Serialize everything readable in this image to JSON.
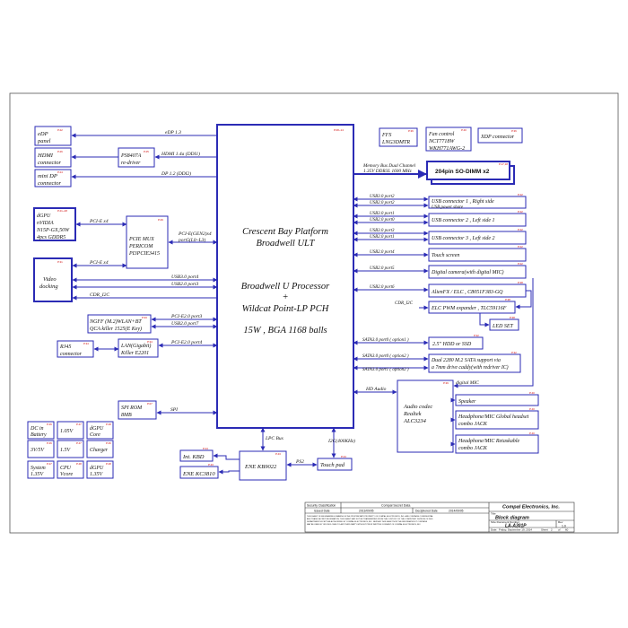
{
  "pch": {
    "page": "P.08~14",
    "platform_line1": "Crescent Bay Platform",
    "platform_line2": "Broadwell ULT",
    "processor": "Broadwell U Processor",
    "plus": "+",
    "pch_name": "Wildcat Point-LP PCH",
    "power": "15W , BGA 1168 balls"
  },
  "blocks": {
    "edp": {
      "line1": "eDP",
      "line2": "panel",
      "page": "P.22"
    },
    "hdmi": {
      "line1": "HDMI",
      "line2": "connector",
      "page": "P.26"
    },
    "ps8407a": {
      "line1": "PS8407A",
      "line2": "re-driver",
      "page": "P.25"
    },
    "minidp": {
      "line1": "mini DP",
      "line2": "connector",
      "page": "P.24"
    },
    "dgpu": {
      "line1": "dGPU",
      "line2": "nVIDIA",
      "line3": "N15P-GX,50W",
      "line4": "4pcs GDDR5",
      "page": "P.21~28"
    },
    "pcie_mux": {
      "line1": "PCIE MUX",
      "line2": "PERICOM",
      "line3": "PI3PCIE3415",
      "page": "P.29"
    },
    "video_docking": {
      "line1": "Video",
      "line2": "docking",
      "page": "P.31"
    },
    "ngff": {
      "line1": "NGFF (M.2)WLAN+BT",
      "line2": "QCA killer 1525(E Key)",
      "page": "P.33"
    },
    "rj45": {
      "line1": "RJ45",
      "line2": "connector",
      "page": "P.34"
    },
    "lan": {
      "line1": "LAN(Gigabit)",
      "line2": "Killer E2201",
      "page": "P.34"
    },
    "spi_rom": {
      "line1": "SPI ROM",
      "line2": "8MB",
      "page": "P.07"
    },
    "ffs": {
      "line1": "FFS",
      "line2": "LNG3DMTR",
      "page": "P.36"
    },
    "fan": {
      "line1": "Fan control",
      "line2": "NCT7718W",
      "line3": "WKH771AWG-2",
      "page": "P.40"
    },
    "xdp": {
      "line1": "XDP connector",
      "page": "P.36"
    },
    "sodimm": {
      "line1": "204pin SO-DIMM x2",
      "page": "P.17,18"
    },
    "usb1": {
      "line1": "USB connector 1 , Right side",
      "line2": "USB power share",
      "page": "P.42"
    },
    "usb2": {
      "line1": "USB connector 2 , Left side 1",
      "page": "P.42"
    },
    "usb3": {
      "line1": "USB connector 3 , Left side 2",
      "page": "P.42"
    },
    "touch_screen": {
      "line1": "Touch screen",
      "page": "P.22"
    },
    "camera": {
      "line1": "Digital camera(with digital MIC)",
      "page": "P.22"
    },
    "alienfx": {
      "line1": "AlienFX / ELC , C8051F383-GQ",
      "page": "P.38"
    },
    "elc_pwm": {
      "line1": "ELC PWM expander , TLC59116F",
      "page": "P.38"
    },
    "led": {
      "line1": "LED SET",
      "page": "P.38"
    },
    "hdd": {
      "line1": "2.5\" HDD or SSD",
      "page": "P.32"
    },
    "m2sata": {
      "line1": "Dual 2280 M.2 SATA support via",
      "line2": "a 7mm drive caddy(with redriver IC)",
      "page": "P.32"
    },
    "audio": {
      "line1": "Audio codec",
      "line2": "Realtek",
      "line3": "ALC3234",
      "page": "P.39"
    },
    "speaker": {
      "line1": "Speaker",
      "page": "P.40"
    },
    "hp_global": {
      "line1": "Headphone/MIC Global headset",
      "line2": "combo JACK",
      "page": "P.40"
    },
    "hp_retask": {
      "line1": "Headphone/MIC Retaskable",
      "line2": "combo JACK",
      "page": "P.40"
    },
    "intkbd": {
      "line1": "Int. KBD",
      "page": "P.44"
    },
    "ene_kb9022": {
      "line1": "ENE KB9022",
      "page": "P.43"
    },
    "ene_kc3810": {
      "line1": "ENE KC3810",
      "page": "P.43"
    },
    "touchpad": {
      "line1": "Touch pad",
      "page": "P.44"
    }
  },
  "power_blocks": [
    {
      "line1": "DC in",
      "line2": "Battery",
      "page": "P.46"
    },
    {
      "line1": "1.05V",
      "line2": "",
      "page": "P.47"
    },
    {
      "line1": "dGPU",
      "line2": "Core",
      "page": "P.48"
    },
    {
      "line1": "3V/5V",
      "line2": "",
      "page": "P.46"
    },
    {
      "line1": "1.5V",
      "line2": "",
      "page": "P.47"
    },
    {
      "line1": "Charger",
      "line2": "",
      "page": "P.46"
    },
    {
      "line1": "System",
      "line2": "1.35V",
      "page": "P.47"
    },
    {
      "line1": "CPU",
      "line2": "Vcore",
      "page": "P.48"
    },
    {
      "line1": "dGPU",
      "line2": "1.35V",
      "page": "P.48"
    }
  ],
  "signals": {
    "edp": "eDP 1.3",
    "hdmi": "HDMI 1.4a (DDI1)",
    "dp": "DP 1.2 (DDI2)",
    "pcie_x4_a": "PCI-E x4",
    "pcie_gen2": "PCI-E(GEN2)x4",
    "port5": "port5(L0~L3)",
    "pcie_x4_b": "PCI-E x4",
    "cdr_i2c_left": "CDR_I2C",
    "usb3_port4": "USB3.0 port4",
    "usb2_port3": "USB2.0 port3",
    "pcie_port3": "PCI-E2.0 port3",
    "usb2_port7": "USB2.0 port7",
    "pcie_port4": "PCI-E2.0 port4",
    "spi": "SPI",
    "mem_bus_line1": "Memory Bus Dual Channel",
    "mem_bus_line2": "1.35V DDR3L 1600 MHz",
    "usb3_port2": "USB3.0 port2",
    "usb2_port2": "USB2.0 port2",
    "usb3_port1": "USB3.0 port1",
    "usb2_port0": "USB2.0 port0",
    "usb3_port3": "USB3.0 port3",
    "usb2_port1": "USB2.0 port1",
    "usb2_port4": "USB2.0 port4",
    "usb2_port5": "USB2.0 port5",
    "usb2_port6": "USB2.0 port6",
    "cdr_i2c_right": "CDR_I2C",
    "sata_port0_a": "SATA3.0 port0 ( option1 )",
    "sata_port0_b": "SATA3.0 port0 ( option2 )",
    "sata_port1": "SATA3.0 port1 ( option2 )",
    "digital_mic": "digital MIC",
    "hd_audio": "HD Audio",
    "lpc_bus": "LPC Bus",
    "i2c": "I2C(400KHz)",
    "ps2": "PS2"
  },
  "title_block": {
    "security_label": "Security Classification",
    "security_value": "Compal Secret Data",
    "company": "Compal Electronics, Inc.",
    "issued_label": "Issued Date",
    "issued_value": "2013/09/05",
    "decipher_label": "Deciphered Date",
    "decipher_value": "2014/09/05",
    "title_label": "Title",
    "title_value": "Block diagram",
    "doc_label": "Size  Document Number",
    "doc_value": "LA-A301P",
    "rev_label": "Rev",
    "rev_value": "1.0",
    "date_label": "Date:",
    "date_value": "Friday, September 19, 2014",
    "sheet_label": "Sheet",
    "sheet_value": "2",
    "of_label": "of",
    "of_value": "60",
    "legal_line1": "THIS SHEET OF ENGINEERING DRAWING IS THE PROPRIETARY PROPERTY OF COMPAL ELECTRONICS, INC. AND CONTAINS CONFIDENTIAL",
    "legal_line2": "AND TRADE SECRET INFORMATION. THIS SHEET MAY NOT BE TRANSFERRED FROM THE CUSTODY OF THE COMPETENT DIVISION OF R&D",
    "legal_line3": "DEPARTMENT EXCEPT AS AUTHORIZED BY COMPAL ELECTRONICS, INC. NEITHER THIS SHEET NOR THE INFORMATION IT CONTAINS",
    "legal_line4": "MAY BE USED BY OR DISCLOSED TO ANY THIRD PARTY WITHOUT PRIOR WRITTEN CONSENT OF COMPAL ELECTRONICS, INC."
  },
  "colors": {
    "line": "#2b2bb5",
    "page_ref": "#d01010",
    "text": "#111111"
  }
}
